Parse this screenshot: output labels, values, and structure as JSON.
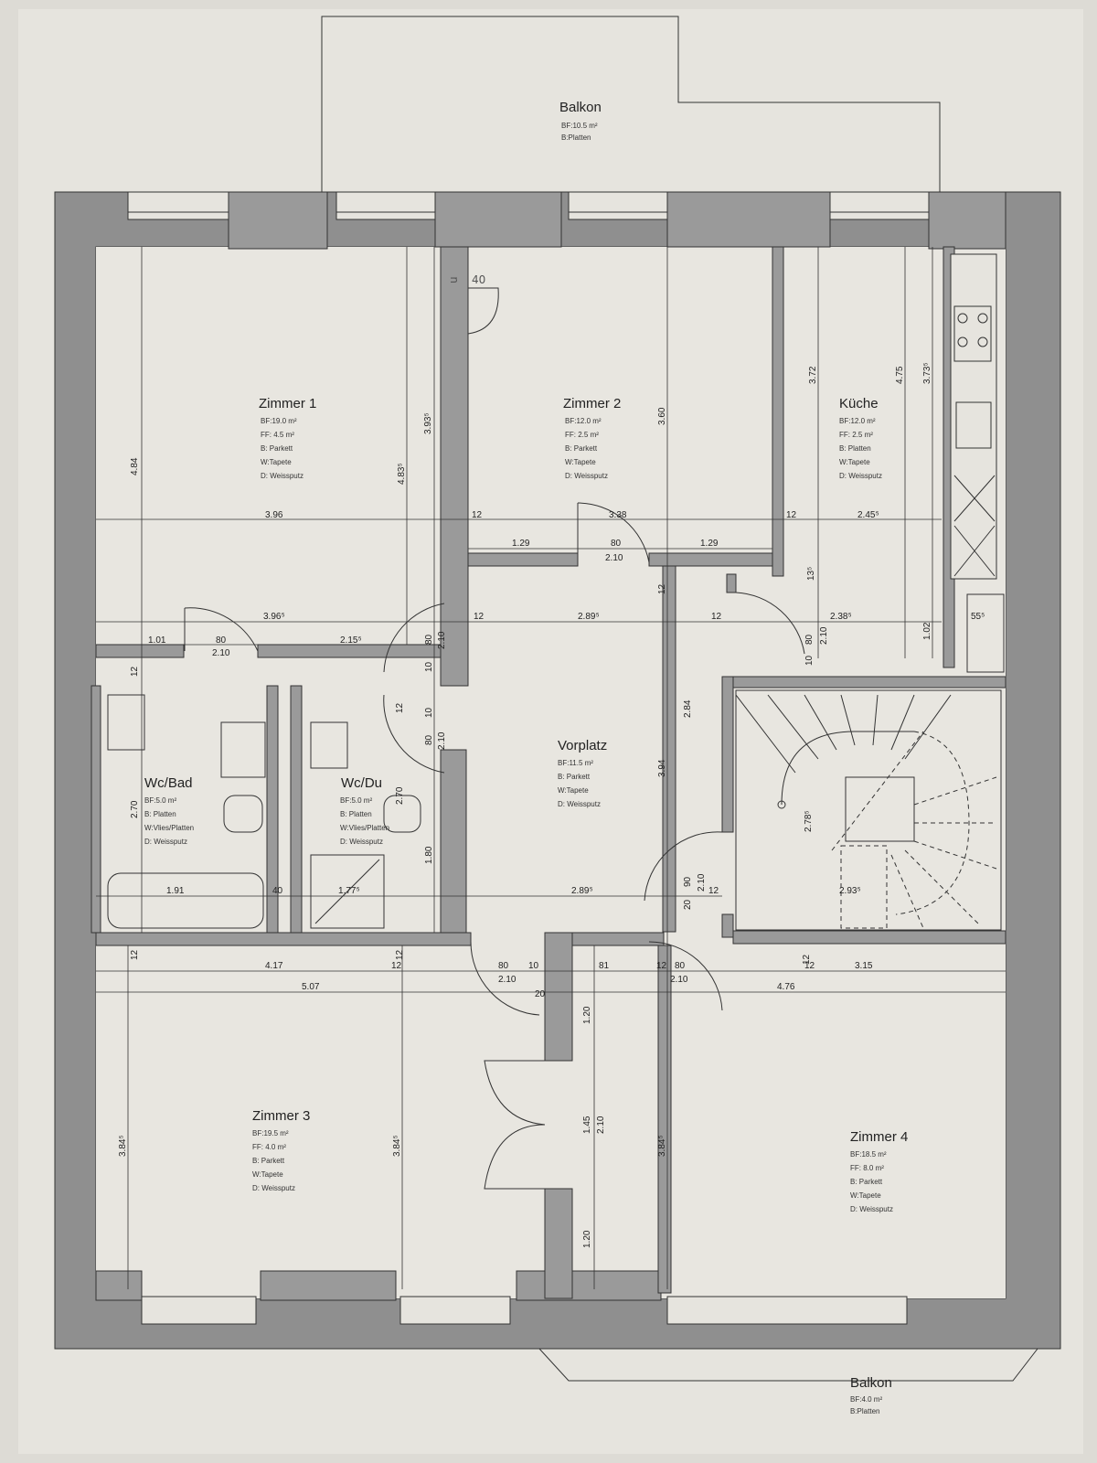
{
  "rooms": {
    "balkon_top": {
      "name": "Balkon",
      "lines": [
        "BF:10.5 m²",
        "B:Platten"
      ]
    },
    "zimmer1": {
      "name": "Zimmer 1",
      "lines": [
        "BF:19.0 m²",
        "FF:  4.5 m²",
        "B: Parkett",
        "W:Tapete",
        "D: Weissputz"
      ]
    },
    "zimmer2": {
      "name": "Zimmer 2",
      "lines": [
        "BF:12.0 m²",
        "FF:  2.5 m²",
        "B: Parkett",
        "W:Tapete",
        "D: Weissputz"
      ]
    },
    "kueche": {
      "name": "Küche",
      "lines": [
        "BF:12.0 m²",
        "FF:  2.5 m²",
        "B: Platten",
        "W:Tapete",
        "D: Weissputz"
      ]
    },
    "wcbad": {
      "name": "Wc/Bad",
      "lines": [
        "BF:5.0 m²",
        "B: Platten",
        "W:Vlies/Platten",
        "D: Weissputz"
      ]
    },
    "wcdu": {
      "name": "Wc/Du",
      "lines": [
        "BF:5.0 m²",
        "B: Platten",
        "W:Vlies/Platten",
        "D: Weissputz"
      ]
    },
    "vorplatz": {
      "name": "Vorplatz",
      "lines": [
        "BF:11.5 m²",
        "B: Parkett",
        "W:Tapete",
        "D: Weissputz"
      ]
    },
    "zimmer3": {
      "name": "Zimmer 3",
      "lines": [
        "BF:19.5 m²",
        "FF:  4.0 m²",
        "B: Parkett",
        "W:Tapete",
        "D: Weissputz"
      ]
    },
    "zimmer4": {
      "name": "Zimmer 4",
      "lines": [
        "BF:18.5 m²",
        "FF:  8.0 m²",
        "B: Parkett",
        "W:Tapete",
        "D: Weissputz"
      ]
    },
    "balkon_bottom": {
      "name": "Balkon",
      "lines": [
        "BF:4.0 m²",
        "B:Platten"
      ]
    }
  },
  "dimensions": {
    "z1_width": "3.96",
    "z2_width": "3.38",
    "k_width": "2.45⁵",
    "z1_h1": "4.84",
    "z1_h2": "4.83⁵",
    "z1_h3": "3.93⁵",
    "z2_h": "3.60",
    "k_h1": "3.72",
    "k_h2": "4.75",
    "k_h3": "3.73⁵",
    "z2_seg1": "1.29",
    "z2_door": "80",
    "z2_seg2": "1.29",
    "z2_door_h": "2.10",
    "w12a": "12",
    "w12b": "12",
    "w13": "13⁵",
    "row2_z1": "3.96⁵",
    "row2_vor": "2.89⁵",
    "row2_k": "2.38⁵",
    "cab": "55⁵",
    "row2_w12a": "12",
    "row2_w12b": "12",
    "bad_seg1": "1.01",
    "bad_door": "80",
    "bad_door_h": "2.10",
    "bad_seg2": "2.15⁵",
    "k_v1": "1.02",
    "k_door": "80",
    "k_door_h": "2.10",
    "k_v10": "10",
    "vd_80a": "80",
    "vd_210a": "2.10",
    "vd_10a": "10",
    "vd_12": "12",
    "vd_10b": "10",
    "vd_80b": "80",
    "vd_210b": "2.10",
    "vd_180": "1.80",
    "bad_h": "2.70",
    "du_h": "2.70",
    "bad_w": "1.91",
    "wall40": "40",
    "du_w": "1.77⁵",
    "vor_h1": "2.84",
    "vor_h2": "3.94",
    "vor_w": "2.89⁵",
    "stair_h": "2.78⁵",
    "stair_w": "2.93⁵",
    "st_90": "90",
    "st_210": "2.10",
    "st_20": "20",
    "st_12": "12",
    "row3_a": "4.17",
    "row3_12a": "12",
    "row3_b": "5.07",
    "row3_80a": "80",
    "row3_10": "10",
    "row3_210a": "2.10",
    "row3_20": "20",
    "row3_81": "81",
    "row3_12b": "12",
    "row3_80b": "80",
    "row3_210b": "2.10",
    "row3_12c": "12",
    "row3_c": "3.15",
    "row3_d": "4.76",
    "z3_h1": "3.84⁵",
    "z3_h2": "3.84⁵",
    "z4_h": "3.84⁵",
    "c_120a": "1.20",
    "c_145": "1.45",
    "c_210": "2.10",
    "c_120b": "1.20",
    "w12_left1": "12",
    "w12_left2": "12",
    "w12_vor": "12",
    "w12_k": "12",
    "scrib_a": "40",
    "scrib_b": "u"
  }
}
